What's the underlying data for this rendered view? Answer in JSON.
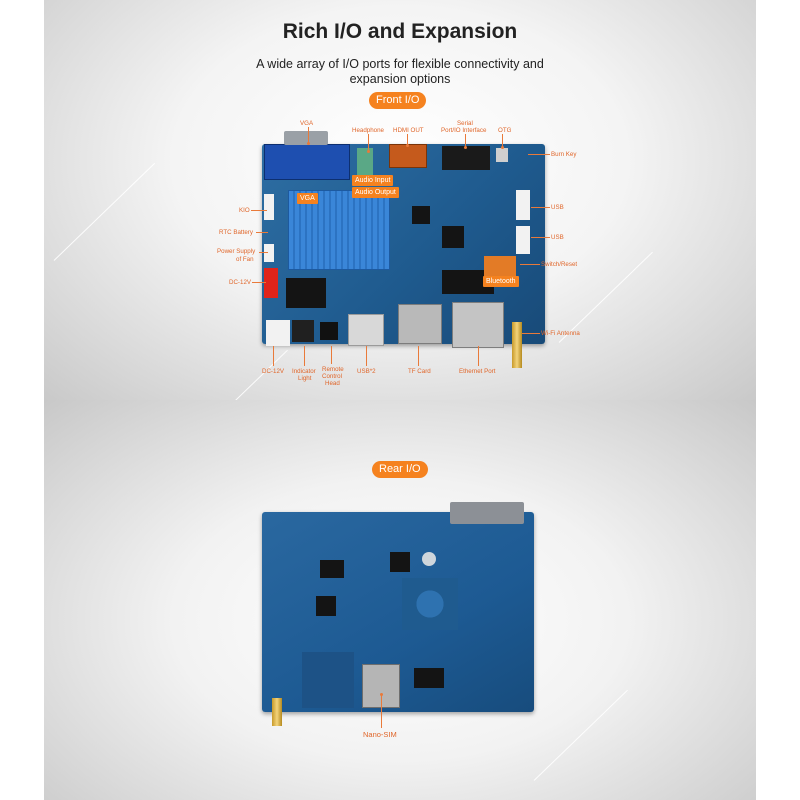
{
  "page": {
    "title": "Rich I/O and Expansion",
    "subtitle": "A wide array of I/O ports for flexible connectivity and expansion options"
  },
  "sections": {
    "front": {
      "label": "Front I/O"
    },
    "rear": {
      "label": "Rear I/O"
    }
  },
  "front_callouts": {
    "vga": "VGA",
    "headphone": "Headphone",
    "hdmi_out": "HDMI OUT",
    "serial_line1": "Serial",
    "serial_line2": "Port/IO Interface",
    "otg": "OTG",
    "burn_key": "Burn Key",
    "usb_a": "USB",
    "usb_b": "USB",
    "switch_reset": "Switch/Reset",
    "wifi_antenna": "Wi-Fi Antenna",
    "kio": "KIO",
    "rtc_battery": "RTC Battery",
    "fan_line1": "Power Supply",
    "fan_line2": "of Fan",
    "dc12v_left": "DC-12V",
    "dc12v_bottom": "DC-12V",
    "indicator_line1": "Indicator",
    "indicator_line2": "Light",
    "remote_line1": "Remote",
    "remote_line2": "Control",
    "remote_line3": "Head",
    "usb2": "USB*2",
    "tf_card": "TF Card",
    "ethernet": "Ethernet Port"
  },
  "front_inline_tags": {
    "audio_input": "Audio Input",
    "audio_output": "Audio Output",
    "vga": "VGA",
    "bluetooth": "Bluetooth"
  },
  "rear_callouts": {
    "nano_sim": "Nano-SIM"
  },
  "colors": {
    "accent": "#f5821f",
    "callout_text": "#e0662a",
    "pcb_blue": "#1f5b8f",
    "title_text": "#222222"
  }
}
